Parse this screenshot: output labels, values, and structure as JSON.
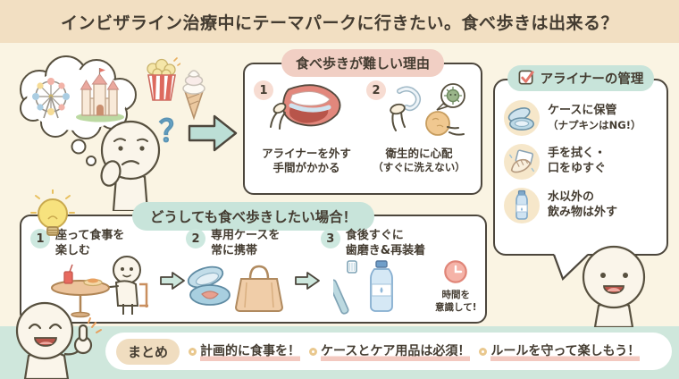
{
  "banner": {
    "title": "インビザライン治療中にテーマパークに行きたい。食べ歩きは出来る？"
  },
  "intro": {
    "question_mark": "？",
    "icons": [
      "thought-bubble",
      "ferris-wheel",
      "castle",
      "popcorn",
      "soft-serve-cone",
      "worried-person",
      "big-arrow-right"
    ]
  },
  "reasons_panel": {
    "title": "食べ歩きが難しい理由",
    "items": [
      {
        "num": "1",
        "icon": "removing-aligner-from-mouth",
        "caption1": "アライナーを外す",
        "caption2": "手間がかかる"
      },
      {
        "num": "2",
        "icon": "aligner-germ-and-snack",
        "caption1": "衛生的に心配",
        "caption2": "（すぐに洗えない）"
      }
    ]
  },
  "management_panel": {
    "title": "アライナーの管理",
    "title_icon": "red-checkbox",
    "items": [
      {
        "icon": "aligner-case",
        "line1": "ケースに保管",
        "line2": "（ナプキンはNG!）"
      },
      {
        "icon": "hand-wipe",
        "line1": "手を拭く・",
        "line2": "口をゆすぐ"
      },
      {
        "icon": "water-bottle",
        "line1": "水以外の",
        "line2": "飲み物は外す"
      }
    ]
  },
  "steps_panel": {
    "title": "どうしても食べ歩きしたい場合！",
    "title_icon": "lightbulb",
    "steps": [
      {
        "num": "1",
        "line1": "座って食事を",
        "line2": "楽しむ",
        "icon": "person-dining"
      },
      {
        "num": "2",
        "line1": "専用ケースを",
        "line2": "常に携帯",
        "icon": "case-and-bag"
      },
      {
        "num": "3",
        "line1": "食後すぐに",
        "line2": "歯磨き&再装着",
        "icon": "toothbrush-and-bottle"
      }
    ],
    "clock_note1": "時間を",
    "clock_note2": "意識して!"
  },
  "summary": {
    "label": "まとめ",
    "items": [
      "計画的に食事を！",
      "ケースとケア用品は必須！",
      "ルールを守って楽しもう！"
    ]
  },
  "colors": {
    "banner_bg": "#f2dfc2",
    "page_bg": "#faf4e3",
    "mint_strip": "#cfe7dc",
    "panel_border": "#4c463c",
    "pink_pill": "#f1cfc4",
    "teal_pill": "#c8e4da",
    "tan_pill": "#f0ddc0",
    "badge_pink": "#f7dcd2",
    "badge_teal": "#cde8df",
    "icon_circle_bg": "#f6e7ca",
    "underline_pink": "#f3c9c0",
    "text_dark": "#443c31",
    "arrow_teal": "#bcdfd6",
    "question_blue": "#6fb0d2",
    "clock_red": "#f5b3a8",
    "bulb_yellow": "#f7e27e"
  }
}
